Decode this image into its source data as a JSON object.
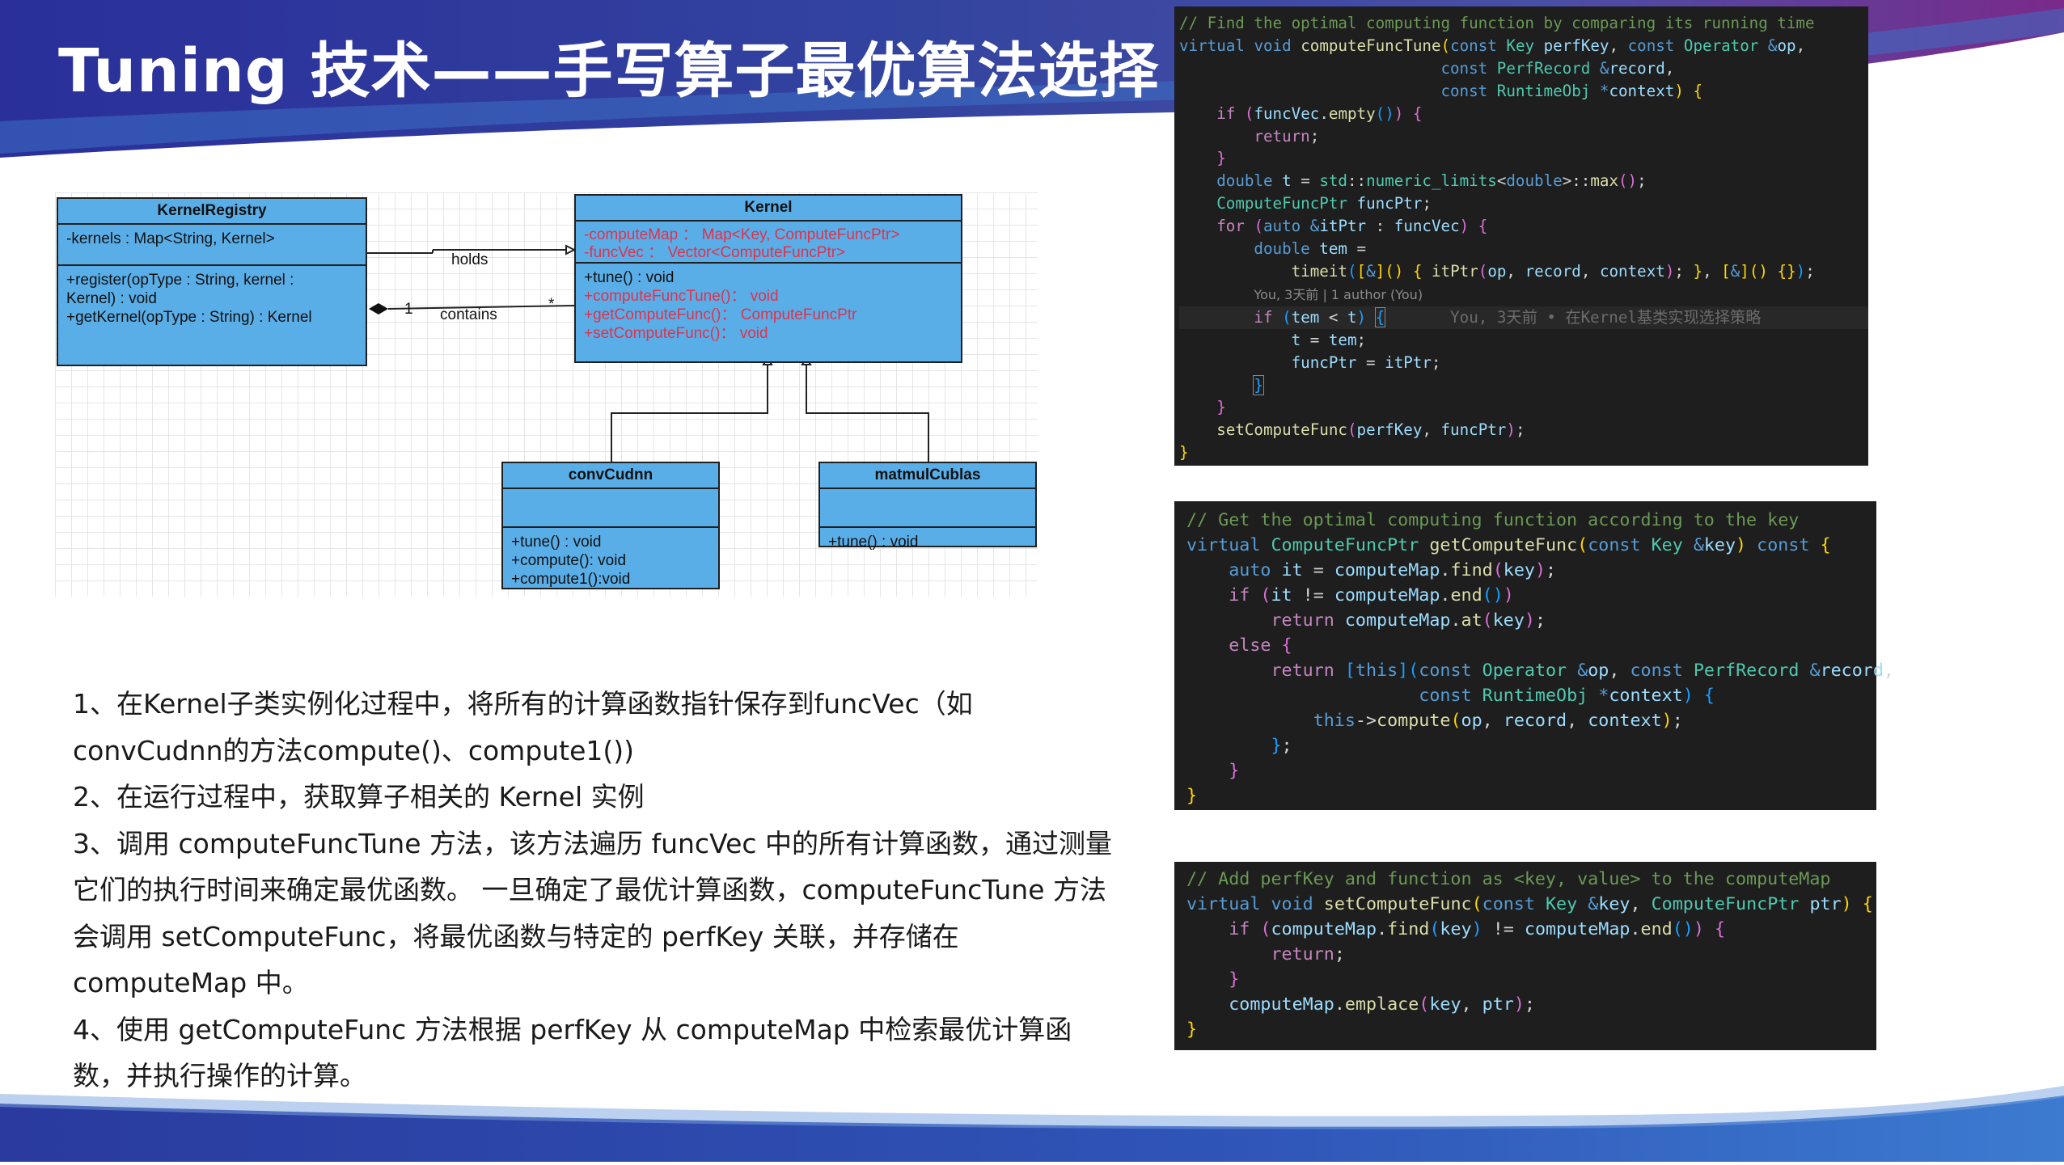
{
  "slide": {
    "title": "Tuning 技术——手写算子最优算法选择"
  },
  "colors": {
    "header_gradient_start": "#2a2f9a",
    "header_gradient_end": "#7a2a8a",
    "uml_class_fill": "#5aaee8",
    "uml_red_member": "#e0314b",
    "code_background": "#1e1e1e"
  },
  "uml": {
    "kernel_registry": {
      "name": "KernelRegistry",
      "attributes": [
        "-kernels : Map<String, Kernel>"
      ],
      "methods": [
        "+register(opType : String, kernel :",
        "Kernel) : void",
        "+getKernel(opType : String) : Kernel"
      ]
    },
    "kernel": {
      "name": "Kernel",
      "attributes": [
        "-computeMap ： Map<Key, ComputeFuncPtr>",
        "-funcVec ： Vector<ComputeFuncPtr>"
      ],
      "methods": [
        "+tune() : void",
        "+computeFuncTune()： void",
        "+getComputeFunc()： ComputeFuncPtr",
        "+setComputeFunc()： void"
      ]
    },
    "conv_cudnn": {
      "name": "convCudnn",
      "methods": [
        "+tune() : void",
        "+compute(): void",
        "+compute1():void"
      ]
    },
    "matmul_cublas": {
      "name": "matmulCublas",
      "methods": [
        "+tune() : void"
      ]
    },
    "relations": {
      "holds": "holds",
      "contains": "contains",
      "mult_one": "1",
      "mult_many": "*"
    }
  },
  "steps": [
    "1、在Kernel子类实例化过程中，将所有的计算函数指针保存到funcVec（如convCudnn的方法compute()、compute1())",
    "2、在运行过程中，获取算子相关的 Kernel 实例",
    "3、调用 computeFuncTune 方法，该方法遍历 funcVec 中的所有计算函数，通过测量它们的执行时间来确定最优函数。 一旦确定了最优计算函数，computeFuncTune 方法会调用 setComputeFunc，将最优函数与特定的 perfKey 关联，并存储在 computeMap 中。",
    "4、使用 getComputeFunc 方法根据 perfKey 从 computeMap 中检索最优计算函数，并执行操作的计算。"
  ],
  "code1": {
    "comment": "// Find the optimal computing function by comparing its running time",
    "blame_inline": "You, 3天前 | 1 author (You)",
    "blame_ghost": "You, 3天前 • 在Kernel基类实现选择策略"
  },
  "code2": {
    "comment": "// Get the optimal computing function according to the key"
  },
  "code3": {
    "comment": "// Add perfKey and function as <key, value> to the computeMap"
  }
}
